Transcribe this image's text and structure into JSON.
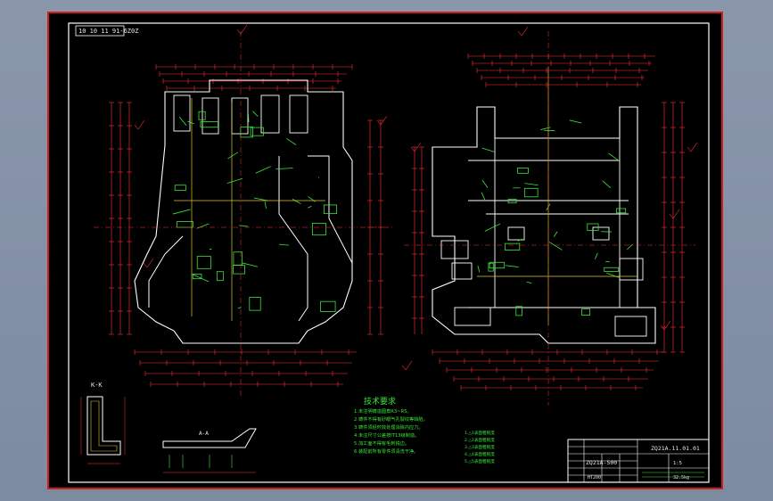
{
  "drawing": {
    "code_box": "10 10 11 91-6Z0Z",
    "section_label": "K-K",
    "detail_label": "A-A",
    "tech_title": "技术要求",
    "tech_notes": [
      "1.未注明铸造圆角R3~R5。",
      "2.铸件不得有砂眼气孔裂纹等缺陷。",
      "3.铸件须经时效处理消除内应力。",
      "4.未注尺寸公差按IT13级制造。",
      "5.加工面不得有毛刺锐边。",
      "6.装配前所有零件须清洗干净。"
    ],
    "side_notes": [
      "1.△1表面粗糙度",
      "2.△2表面粗糙度",
      "3.△3表面粗糙度",
      "4.△4表面粗糙度",
      "5.△5表面粗糙度"
    ],
    "title_block": {
      "drawing_no": "ZQ21A.11.01.01",
      "part_no": "ZQ21A-500",
      "material": "HT200",
      "scale": "1:5",
      "weight": "32.5kg"
    }
  },
  "colors": {
    "frame": "#d21c1c",
    "outline": "#ffffff",
    "dimension": "#ff3030",
    "annotation": "#39e63a",
    "accent": "#d9c630",
    "cyan": "#30d0d0"
  }
}
